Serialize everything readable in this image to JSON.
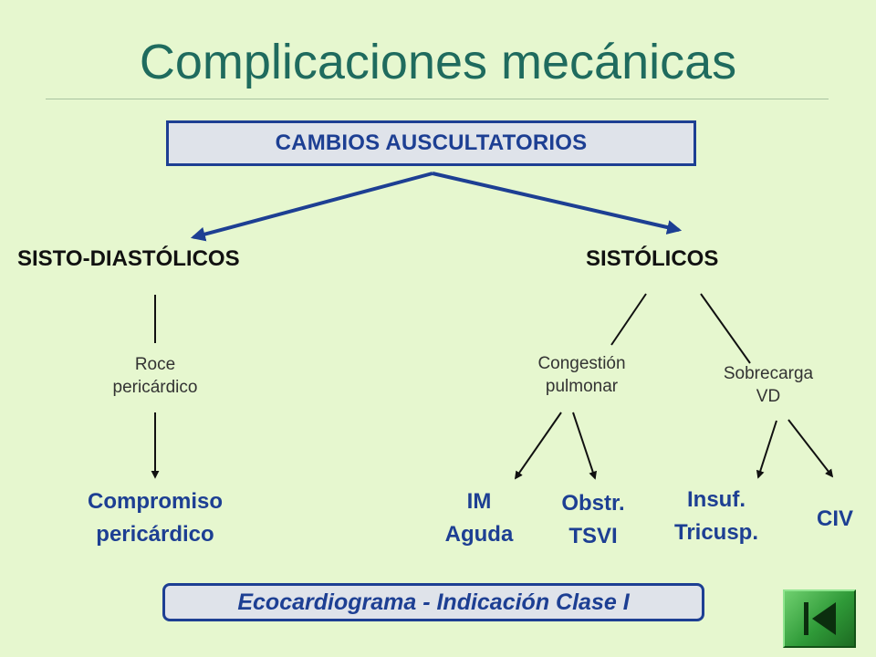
{
  "title": "Complicaciones mecánicas",
  "top_box": "CAMBIOS AUSCULTATORIOS",
  "left_branch": {
    "heading": "SISTO-DIASTÓLICOS",
    "node": [
      "Roce",
      "pericárdico"
    ],
    "outcome": [
      "Compromiso",
      "pericárdico"
    ]
  },
  "right_branch": {
    "heading": "SISTÓLICOS",
    "congestion": {
      "label": [
        "Congestión",
        "pulmonar"
      ],
      "outcomes": [
        [
          "IM",
          "Aguda"
        ],
        [
          "Obstr.",
          "TSVI"
        ]
      ]
    },
    "sobrecarga": {
      "label": [
        "Sobrecarga",
        "VD"
      ],
      "outcomes": [
        [
          "Insuf.",
          "Tricusp."
        ],
        [
          "CIV"
        ]
      ]
    }
  },
  "footer": "Ecocardiograma - Indicación Clase I",
  "colors": {
    "background": "#e6f7cf",
    "title": "#1f6b5e",
    "accent_blue": "#1d3f93",
    "nav_green": "#2f9a38"
  },
  "nav": {
    "icon": "skip-to-first-icon"
  }
}
